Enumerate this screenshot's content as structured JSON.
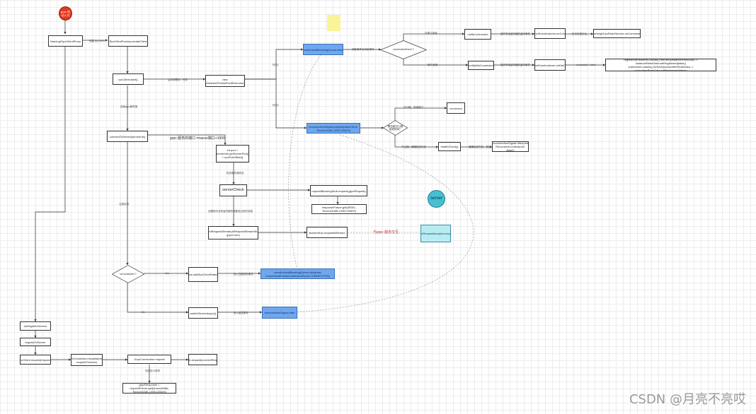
{
  "nodes": {
    "start": "grpc 启动入口",
    "naming_client": "NamingGrpcClientProxy",
    "rpc_client_factory": "RpcClientFactory.createClient",
    "rpc_client_start": "rpcClient.start()",
    "scheduled_pool": "new ScheduledThreadPoolExecutor(2)",
    "connect_to_server": "connectToServer(serverInfo)",
    "next_port": "int port = serverInfo.getServerPort() + rpcPortOffset()",
    "server_check": "serverCheck",
    "request_blocking": "requestBlockingStub.request(grpcRequest)",
    "response_future": "responseFuture.get(3000L, TimeUnit.MILLISECONDS)",
    "bind_request_stream": "bindRequestStream(biRequestStreamStub, grpcConn)",
    "stream_request_bi": "streamStub.requestBiStream",
    "server": "server",
    "grpc_bi_stream": "GrpcBiStreamRequestAcceptor.requestBiStream",
    "rpc_client_status": "rpcClientStatus.set(RpcClientStatus.RUNNING)",
    "event_linked_running": "eventLinkedBlockingQueue.offer(new ConnectionEvent(ConnectionEvent.CONNECTED))",
    "switch_server_async": "switchServerAsync()",
    "reconnection_signal": "reconnectionSignal.offer",
    "event_queue_take": "eventLinkedBlockingQueue.take()",
    "reconnect_context": "reconnectionSignal.poll(keepAliveTime, TimeUnit.MILLISECONDS)",
    "notify_connected": "notifyConnected",
    "on_connected_listener": "connectionEventListener.onConnected()",
    "naming_redo_connected": "NamingGrpcRedoService.onConnected",
    "notify_disconnected": "notifyDisConnected",
    "on_disconnected_listener": "connectionEventListener.onDisConnect()",
    "redo_instances": "registeredInstances.values().forEach(instanceRedoData -> instanceRedoData.setRegistered(false))",
    "redo_subscribes": "subscribes.values().forEach(subscriberRedoData -> subscriberRedoData.setRegistered(false))",
    "reconnect": "reconnect",
    "health_check": "healthCheck()",
    "reconnect_context_alt": "reconnectionSignal.offer(new ReconnectContext(null, false))",
    "do_register_service": "doRegisterService",
    "request_to_server": "requestToServer",
    "rpc_client_request": "rpcClient.request(request)",
    "current_connection_request": "currentConnection.request(request, requestTimeout)",
    "grpc_connection_request": "GrpcConnection.request",
    "grpc_future_stub": "grpcFutureStub.request(convertRequest(request))",
    "grpc_response": "grpcResponse = requestFuture.get(timeoutMills, TimeUnit.MILLISECONDS)",
    "keep_alive_cond": "isConnected ?",
    "connected_cond": "connectionEvent ?",
    "reconnect_cond": "是否超过心跳检测时间？"
  },
  "edge_labels": {
    "create_client": "创建 rpcClient",
    "start_thread": "启动线程池：任务",
    "connect_server": "连接grpc服务端",
    "grpc_port_note": "grpc 服务的端口 =nacos端口+1000",
    "check_server": "检查服务端状态",
    "bind_stream_note": "创建双向流来监听服务端推送过来的消息",
    "grpc_service_link": "与grpc 服务交互",
    "task_1": "任务1",
    "task_2": "任务2",
    "yes": "Yes",
    "no": "No",
    "queue_event": "放入连接成功事件",
    "queue_reconnect": "放入重连事件",
    "take_event": "获取事件队列的事件",
    "connected": "已建立连接",
    "disconnected": "断开连接",
    "notify_listener": "循环所有监听器的监听事件",
    "notify_listener_2": "循环所有监听器的监听事件",
    "redo_service": "执行实现方法",
    "set_false": "connected = false",
    "not_timeout": "不过期，直接跳过",
    "timeout": "不过期，健康检查失败",
    "health_fail": "健康检查失败，尝试",
    "register_label": "注册实例",
    "sync_request": "同步执行请求"
  },
  "watermark": "CSDN @月亮不亮哎"
}
